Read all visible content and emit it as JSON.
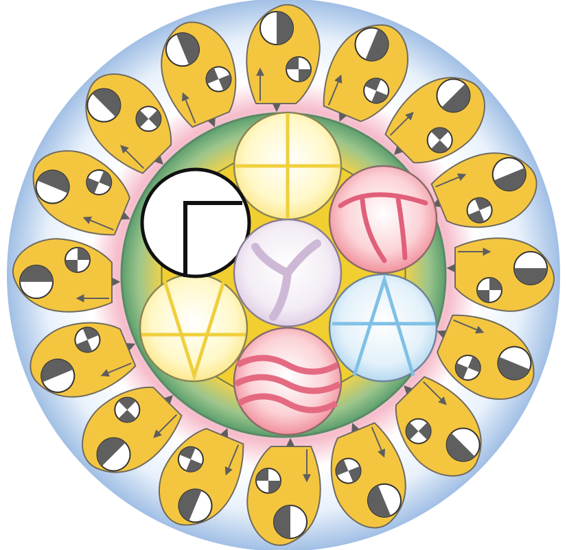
{
  "diagram": {
    "petal_count": 16,
    "colors": {
      "halo_outer": "#8fb4e0",
      "halo_mid": "#ffffff",
      "pink_band": "#f7b6c8",
      "cyan_band": "#a8dbe6",
      "petal": "#f4c640",
      "petal_stroke": "#6f6a5e",
      "arrow": "#5e5e5e",
      "green_ring": "#6fae7c",
      "hexagon": "#f2cf30",
      "dot": "#5f5f5f"
    },
    "rings": [
      {
        "name": "north",
        "color": "#fff6b0",
        "stroke": "#e9c93c",
        "symbol": "cross"
      },
      {
        "name": "northeast",
        "color": "#f6a6ae",
        "stroke": "#d9657c",
        "symbol": "pi"
      },
      {
        "name": "southeast",
        "color": "#cfe7f7",
        "stroke": "#7cbde3",
        "symbol": "a"
      },
      {
        "name": "south",
        "color": "#f6a6ae",
        "stroke": "#d9657c",
        "symbol": "waves"
      },
      {
        "name": "southwest",
        "color": "#fff6b0",
        "stroke": "#e9c93c",
        "symbol": "v"
      },
      {
        "name": "northwest",
        "color": "#ffffff",
        "stroke": "#111111",
        "symbol": "corner"
      }
    ],
    "center": {
      "color": "#ece2f0",
      "stroke": "#bfa8cc",
      "symbol": "triskelion"
    }
  }
}
